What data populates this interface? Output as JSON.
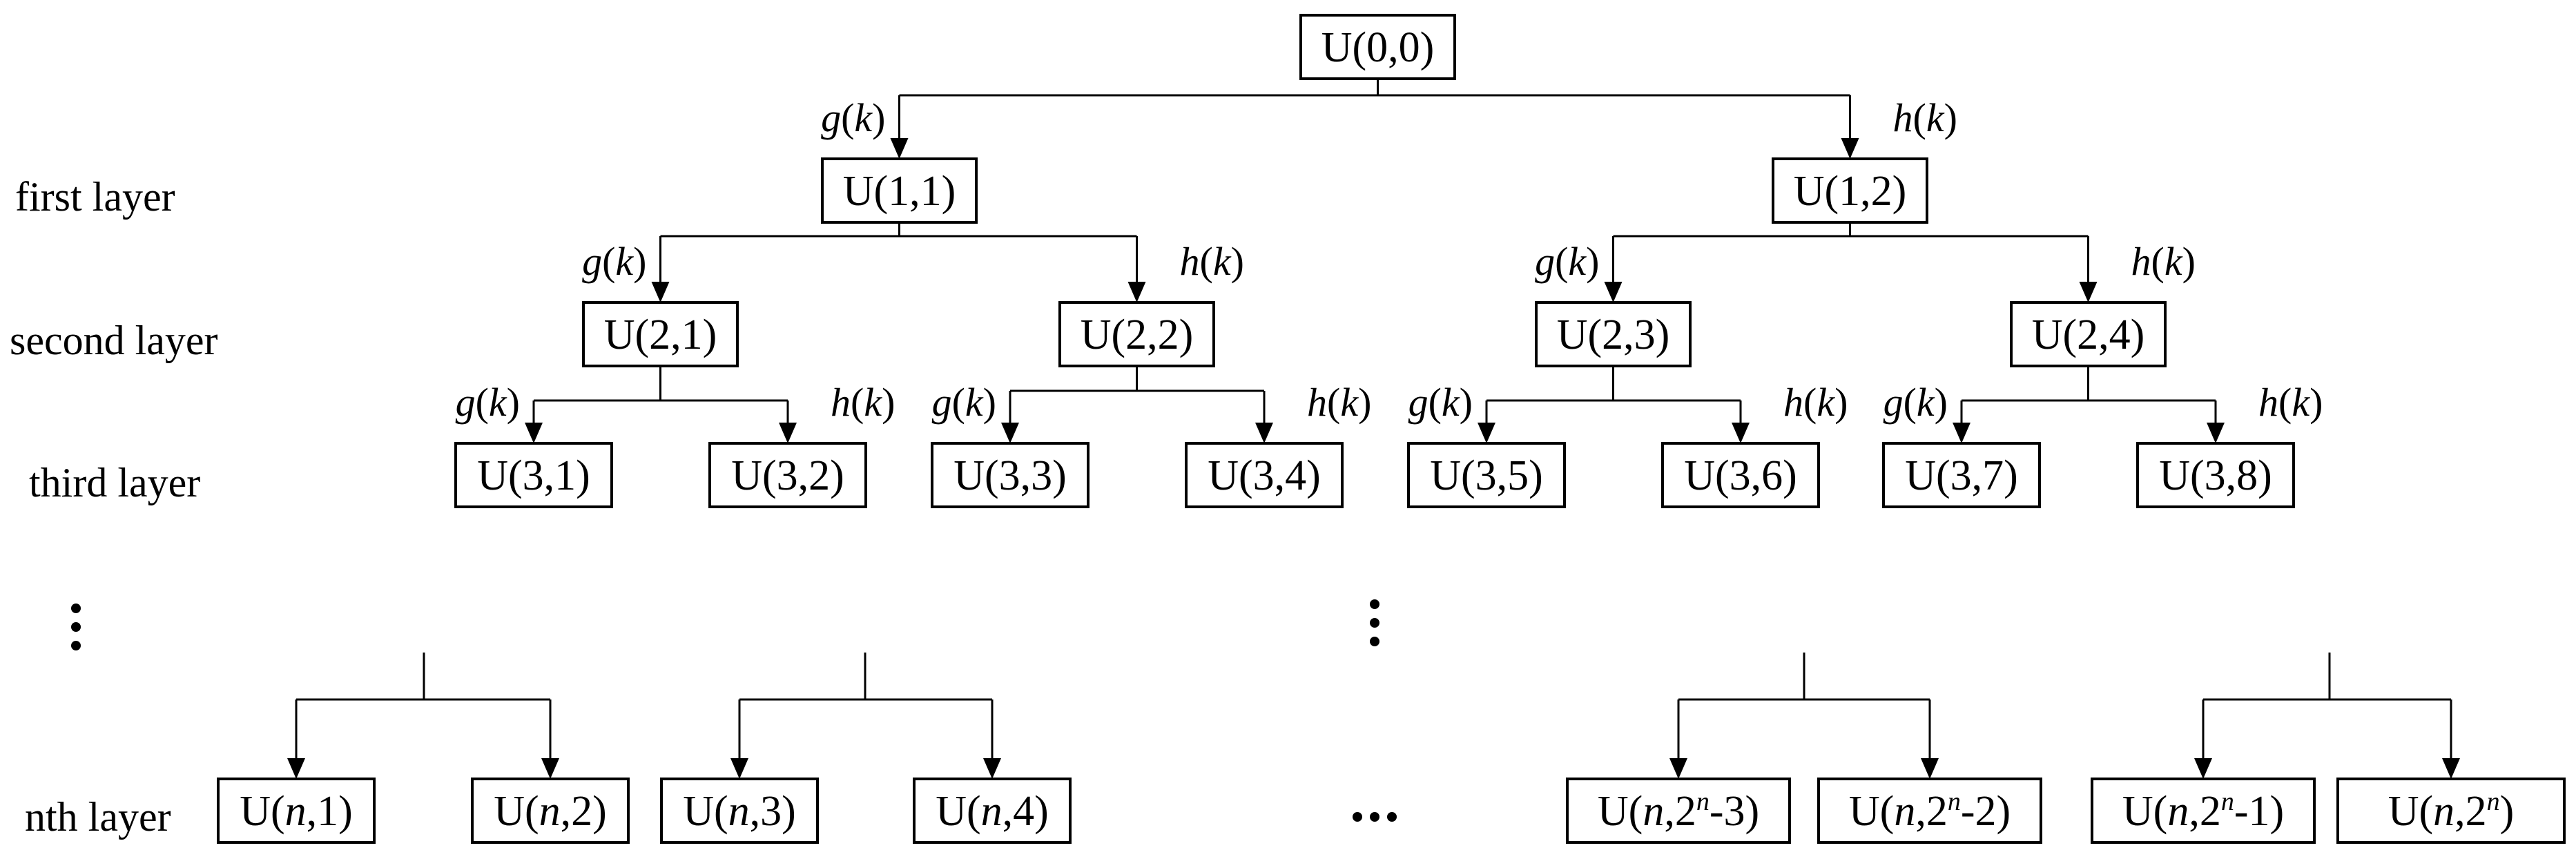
{
  "layers": [
    {
      "key": "first",
      "label": "first layer"
    },
    {
      "key": "second",
      "label": "second layer"
    },
    {
      "key": "third",
      "label": "third layer"
    },
    {
      "key": "nth",
      "label": "nth layer"
    }
  ],
  "nodes": [
    {
      "id": "U00",
      "parts": [
        [
          "U(0,0)",
          ""
        ]
      ]
    },
    {
      "id": "U11",
      "parts": [
        [
          "U(1,1)",
          ""
        ]
      ]
    },
    {
      "id": "U12",
      "parts": [
        [
          "U(1,2)",
          ""
        ]
      ]
    },
    {
      "id": "U21",
      "parts": [
        [
          "U(2,1)",
          ""
        ]
      ]
    },
    {
      "id": "U22",
      "parts": [
        [
          "U(2,2)",
          ""
        ]
      ]
    },
    {
      "id": "U23",
      "parts": [
        [
          "U(2,3)",
          ""
        ]
      ]
    },
    {
      "id": "U24",
      "parts": [
        [
          "U(2,4)",
          ""
        ]
      ]
    },
    {
      "id": "U31",
      "parts": [
        [
          "U(3,1)",
          ""
        ]
      ]
    },
    {
      "id": "U32",
      "parts": [
        [
          "U(3,2)",
          ""
        ]
      ]
    },
    {
      "id": "U33",
      "parts": [
        [
          "U(3,3)",
          ""
        ]
      ]
    },
    {
      "id": "U34",
      "parts": [
        [
          "U(3,4)",
          ""
        ]
      ]
    },
    {
      "id": "U35",
      "parts": [
        [
          "U(3,5)",
          ""
        ]
      ]
    },
    {
      "id": "U36",
      "parts": [
        [
          "U(3,6)",
          ""
        ]
      ]
    },
    {
      "id": "U37",
      "parts": [
        [
          "U(3,7)",
          ""
        ]
      ]
    },
    {
      "id": "U38",
      "parts": [
        [
          "U(3,8)",
          ""
        ]
      ]
    },
    {
      "id": "Un1",
      "parts": [
        [
          "U(",
          ""
        ],
        [
          "n",
          "i"
        ],
        [
          ",1)",
          ""
        ]
      ]
    },
    {
      "id": "Un2",
      "parts": [
        [
          "U(",
          ""
        ],
        [
          "n",
          "i"
        ],
        [
          ",2)",
          ""
        ]
      ]
    },
    {
      "id": "Un3",
      "parts": [
        [
          "U(",
          ""
        ],
        [
          "n",
          "i"
        ],
        [
          ",3)",
          ""
        ]
      ]
    },
    {
      "id": "Un4",
      "parts": [
        [
          "U(",
          ""
        ],
        [
          "n",
          "i"
        ],
        [
          ",4)",
          ""
        ]
      ]
    },
    {
      "id": "UnA",
      "parts": [
        [
          "U(",
          ""
        ],
        [
          "n",
          "i"
        ],
        [
          ",2",
          ""
        ],
        [
          "n",
          "is"
        ],
        [
          "-3)",
          ""
        ]
      ]
    },
    {
      "id": "UnB",
      "parts": [
        [
          "U(",
          ""
        ],
        [
          "n",
          "i"
        ],
        [
          ",2",
          ""
        ],
        [
          "n",
          "is"
        ],
        [
          "-2)",
          ""
        ]
      ]
    },
    {
      "id": "UnC",
      "parts": [
        [
          "U(",
          ""
        ],
        [
          "n",
          "i"
        ],
        [
          ",2",
          ""
        ],
        [
          "n",
          "is"
        ],
        [
          "-1)",
          ""
        ]
      ]
    },
    {
      "id": "UnD",
      "parts": [
        [
          "U(",
          ""
        ],
        [
          "n",
          "i"
        ],
        [
          ",2",
          ""
        ],
        [
          "n",
          "is"
        ],
        [
          ")",
          ""
        ]
      ]
    }
  ],
  "edges": [
    {
      "from": "U00",
      "to": "U11",
      "label": "g(k)"
    },
    {
      "from": "U00",
      "to": "U12",
      "label": "h(k)"
    },
    {
      "from": "U11",
      "to": "U21",
      "label": "g(k)"
    },
    {
      "from": "U11",
      "to": "U22",
      "label": "h(k)"
    },
    {
      "from": "U12",
      "to": "U23",
      "label": "g(k)"
    },
    {
      "from": "U12",
      "to": "U24",
      "label": "h(k)"
    },
    {
      "from": "U21",
      "to": "U31",
      "label": "g(k)"
    },
    {
      "from": "U21",
      "to": "U32",
      "label": "h(k)"
    },
    {
      "from": "U22",
      "to": "U33",
      "label": "g(k)"
    },
    {
      "from": "U22",
      "to": "U34",
      "label": "h(k)"
    },
    {
      "from": "U23",
      "to": "U35",
      "label": "g(k)"
    },
    {
      "from": "U23",
      "to": "U36",
      "label": "h(k)"
    },
    {
      "from": "U24",
      "to": "U37",
      "label": "g(k)"
    },
    {
      "from": "U24",
      "to": "U38",
      "label": "h(k)"
    },
    {
      "from": null,
      "to": "Un1",
      "label": ""
    },
    {
      "from": null,
      "to": "Un2",
      "label": ""
    },
    {
      "from": null,
      "to": "Un3",
      "label": ""
    },
    {
      "from": null,
      "to": "Un4",
      "label": ""
    },
    {
      "from": null,
      "to": "UnA",
      "label": ""
    },
    {
      "from": null,
      "to": "UnB",
      "label": ""
    },
    {
      "from": null,
      "to": "UnC",
      "label": ""
    },
    {
      "from": null,
      "to": "UnD",
      "label": ""
    }
  ],
  "edge_label_parts": {
    "g(k)": [
      [
        "g",
        "i"
      ],
      [
        "(",
        ""
      ],
      [
        "k",
        "i"
      ],
      [
        ")",
        ""
      ]
    ],
    "h(k)": [
      [
        "h",
        "i"
      ],
      [
        "(",
        ""
      ],
      [
        "k",
        "i"
      ],
      [
        ")",
        ""
      ]
    ]
  }
}
